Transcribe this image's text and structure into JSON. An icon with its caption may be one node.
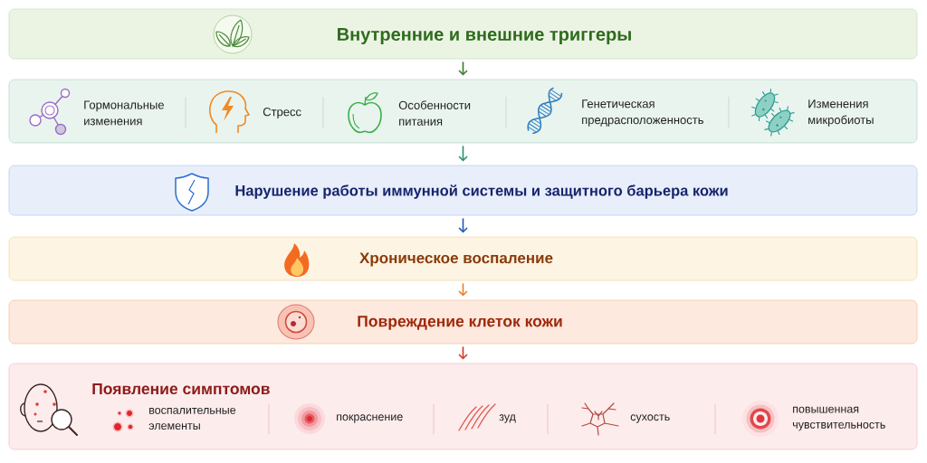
{
  "diagram": {
    "nodes": [
      {
        "text": [
          "Внутренние и внешние триггеры"
        ]
      },
      {
        "text": [
          "Гормональные изменения",
          "Стресс",
          "Особенности питания",
          "Генетическая предрасположенность",
          "Изменения микробиоты"
        ]
      },
      {
        "text": [
          "Нарушение работы иммунной системы и защитного барьера кожи"
        ]
      },
      {
        "text": [
          "Хроническое воспаление"
        ]
      },
      {
        "text": [
          "Повреждение клеток кожи"
        ]
      },
      {
        "text": [
          "Появление симптомов",
          "воспалительные элементы",
          "покраснение",
          "зуд",
          "сухость",
          "повышенная чувствительность"
        ]
      }
    ],
    "edges": [
      {
        "from": 0,
        "to": 1,
        "arrow": "to",
        "color": "#3d7a2a"
      },
      {
        "from": 1,
        "to": 2,
        "arrow": "to",
        "color": "#27906f"
      },
      {
        "from": 2,
        "to": 3,
        "arrow": "to",
        "color": "#2258b8"
      },
      {
        "from": 3,
        "to": 4,
        "arrow": "to",
        "color": "#ef7d22"
      },
      {
        "from": 4,
        "to": 5,
        "arrow": "to",
        "color": "#d9342b"
      }
    ]
  }
}
